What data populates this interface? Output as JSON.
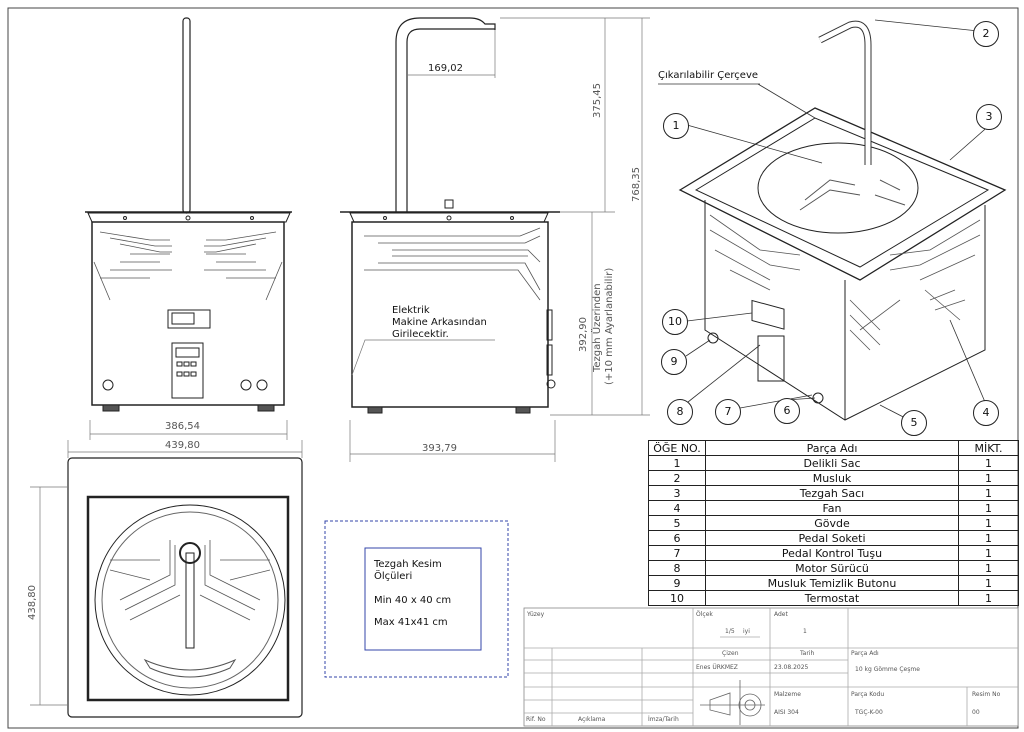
{
  "dimensions": {
    "front_width": "386,54",
    "top_width": "439,80",
    "top_depth": "438,80",
    "faucet_reach": "169,02",
    "faucet_height": "375,45",
    "total_height": "768,35",
    "body_height": "392,90",
    "body_height_note_1": "Tezgah Üzerinden",
    "body_height_note_2": "(+10 mm Ayarlanabilir)",
    "side_width": "393,79"
  },
  "notes": {
    "electric_1": "Elektrik",
    "electric_2": "Makine Arkasından",
    "electric_3": "Girilecektir.",
    "removable_frame": "Çıkarılabilir Çerçeve",
    "cutout_title_1": "Tezgah Kesim",
    "cutout_title_2": "Ölçüleri",
    "cutout_min": "Min 40 x 40 cm",
    "cutout_max": "Max 41x41 cm"
  },
  "balloons": [
    "1",
    "2",
    "3",
    "4",
    "5",
    "6",
    "7",
    "8",
    "9",
    "10"
  ],
  "bom": {
    "headers": [
      "ÖĞE NO.",
      "Parça Adı",
      "MİKT."
    ],
    "rows": [
      [
        "1",
        "Delikli Sac",
        "1"
      ],
      [
        "2",
        "Musluk",
        "1"
      ],
      [
        "3",
        "Tezgah Sacı",
        "1"
      ],
      [
        "4",
        "Fan",
        "1"
      ],
      [
        "5",
        "Gövde",
        "1"
      ],
      [
        "6",
        "Pedal Soketi",
        "1"
      ],
      [
        "7",
        "Pedal Kontrol Tuşu",
        "1"
      ],
      [
        "8",
        "Motor Sürücü",
        "1"
      ],
      [
        "9",
        "Musluk Temizlik Butonu",
        "1"
      ],
      [
        "10",
        "Termostat",
        "1"
      ]
    ]
  },
  "title_block": {
    "surface_label": "Yüzey",
    "scale_label": "Ölçek",
    "scale_value": "1/5",
    "scale_extra": "iyi",
    "qty_label": "Adet",
    "qty_value": "1",
    "drawn_label": "Çizen",
    "drawn_value": "Enes ÜRKMEZ",
    "date_label": "Tarih",
    "date_value": "23.08.2025",
    "part_name_label": "Parça Adı",
    "part_name_value": "10 kg Gömme Çeşme",
    "material_label": "Malzeme",
    "material_value": "AISI 304",
    "part_code_label": "Parça Kodu",
    "part_code_value": "TGÇ-K-00",
    "drawing_no_label": "Resim No",
    "drawing_no_value": "00",
    "rev_no_label": "Rif. No",
    "desc_label": "Açıklama",
    "sign_label": "İmza/Tarih"
  }
}
